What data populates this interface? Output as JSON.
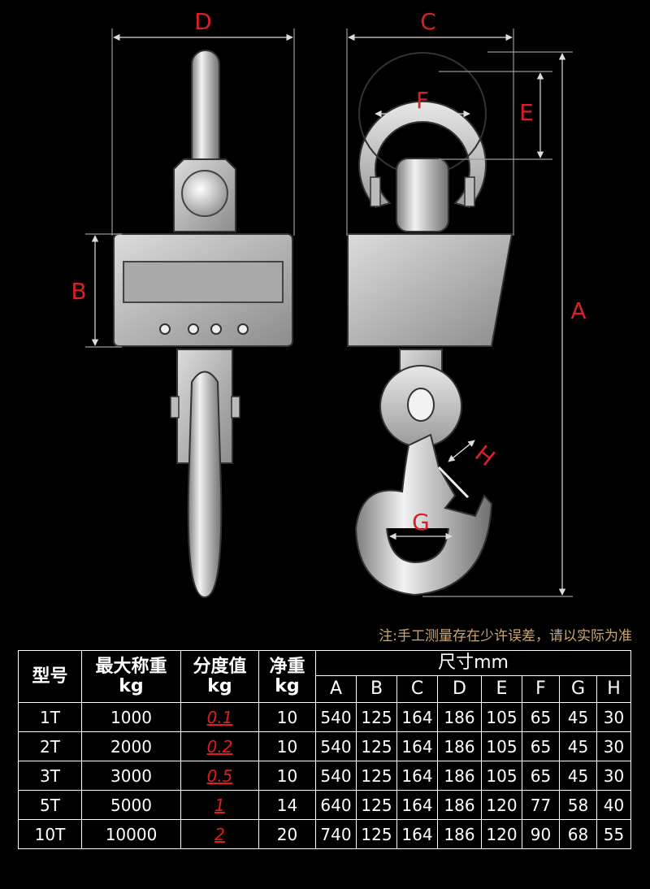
{
  "dimension_labels": {
    "A": "A",
    "B": "B",
    "C": "C",
    "D": "D",
    "E": "E",
    "F": "F",
    "G": "G",
    "H": "H"
  },
  "note": "注:手工测量存在少许误差，请以实际为准",
  "table": {
    "headers": {
      "model": "型号",
      "max_weight": [
        "最大称重",
        "kg"
      ],
      "division": [
        "分度值",
        "kg"
      ],
      "net_weight": [
        "净重",
        "kg"
      ],
      "size": "尺寸mm",
      "dims": [
        "A",
        "B",
        "C",
        "D",
        "E",
        "F",
        "G",
        "H"
      ]
    },
    "rows": [
      {
        "model": "1T",
        "max": "1000",
        "div": "0.1",
        "net": "10",
        "dims": [
          "540",
          "125",
          "164",
          "186",
          "105",
          "65",
          "45",
          "30"
        ]
      },
      {
        "model": "2T",
        "max": "2000",
        "div": "0.2",
        "net": "10",
        "dims": [
          "540",
          "125",
          "164",
          "186",
          "105",
          "65",
          "45",
          "30"
        ]
      },
      {
        "model": "3T",
        "max": "3000",
        "div": "0.5",
        "net": "10",
        "dims": [
          "540",
          "125",
          "164",
          "186",
          "105",
          "65",
          "45",
          "30"
        ]
      },
      {
        "model": "5T",
        "max": "5000",
        "div": "1",
        "net": "14",
        "dims": [
          "640",
          "125",
          "164",
          "186",
          "120",
          "77",
          "58",
          "40"
        ]
      },
      {
        "model": "10T",
        "max": "10000",
        "div": "2",
        "net": "20",
        "dims": [
          "740",
          "125",
          "164",
          "186",
          "120",
          "90",
          "68",
          "55"
        ]
      }
    ]
  },
  "colors": {
    "background": "#000000",
    "dimension": "#d6202a",
    "note": "#c9a874",
    "division": "#e01c1c"
  }
}
